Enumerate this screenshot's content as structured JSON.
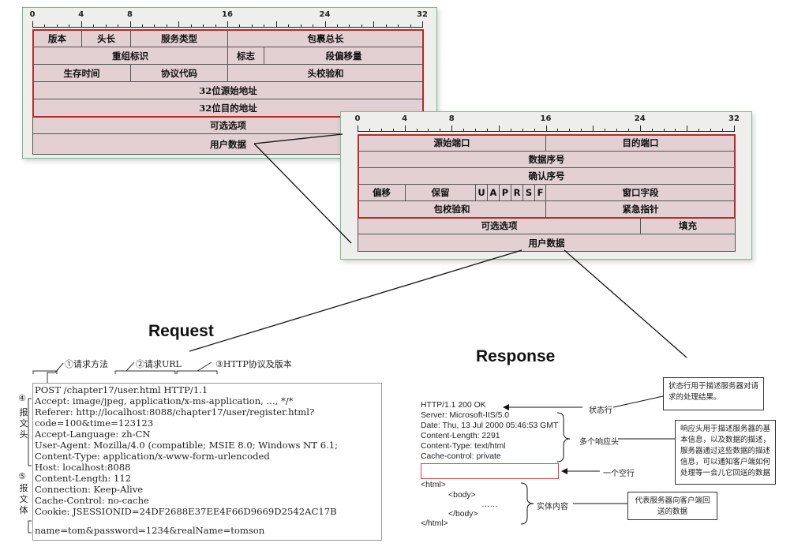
{
  "ip_header": {
    "ruler_labels": [
      "0",
      "4",
      "8",
      "16",
      "24",
      "32"
    ],
    "rows": [
      [
        "版本",
        "头长",
        "服务类型",
        "包裹总长"
      ],
      [
        "重组标识",
        "标志",
        "段偏移量"
      ],
      [
        "生存时间",
        "协议代码",
        "头校验和"
      ],
      [
        "32位源始地址"
      ],
      [
        "32位目的地址"
      ],
      [
        "可选选项"
      ],
      [
        "用户数据"
      ]
    ]
  },
  "tcp_header": {
    "ruler_labels": [
      "0",
      "4",
      "8",
      "16",
      "24",
      "32"
    ],
    "rows": [
      [
        "源始端口",
        "目的端口"
      ],
      [
        "数据序号"
      ],
      [
        "确认序号"
      ],
      [
        "偏移",
        "保留",
        "U",
        "A",
        "P",
        "R",
        "S",
        "F",
        "窗口字段"
      ],
      [
        "包校验和",
        "紧急指针"
      ],
      [
        "可选选项",
        "填充"
      ],
      [
        "用户数据"
      ]
    ]
  },
  "request": {
    "title": "Request",
    "annotations": [
      "①请求方法",
      "②请求URL",
      "③HTTP协议及版本"
    ],
    "side_labels": {
      "header_num": "④",
      "header_chars": [
        "报",
        "文",
        "头"
      ],
      "body_num": "⑤",
      "body_chars": [
        "报",
        "文",
        "体"
      ]
    },
    "lines": [
      "POST /chapter17/user.html HTTP/1.1",
      "Accept: image/jpeg, application/x-ms-application, ..., */*",
      "Referer: http://localhost:8088/chapter17/user/register.html?",
      "code=100&time=123123",
      "Accept-Language: zh-CN",
      "User-Agent: Mozilla/4.0 (compatible; MSIE 8.0; Windows NT 6.1;",
      "Content-Type: application/x-www-form-urlencoded",
      "Host: localhost:8088",
      "Content-Length: 112",
      "Connection: Keep-Alive",
      "Cache-Control: no-cache",
      "Cookie: JSESSIONID=24DF2688E37EE4F66D9669D2542AC17B",
      "",
      "name=tom&password=1234&realName=tomson"
    ]
  },
  "response": {
    "title": "Response",
    "status_line": "HTTP/1.1 200 OK",
    "headers": [
      "Server: Microsoft-IIS/5.0",
      "Date: Thu, 13 Jul 2000 05:46:53 GMT",
      "Content-Length: 2291",
      "Content-Type: text/html",
      "Cache-control: private"
    ],
    "body": [
      "<html>",
      "<body>",
      "……",
      "</body>",
      "</html>"
    ],
    "labels": {
      "status": "状态行",
      "headers": "多个响应头",
      "blank": "一个空行",
      "entity": "实体内容"
    },
    "notes": {
      "status": "状态行用于描述服务器对请求的处理结果。",
      "headers": "响应头用于描述服务器的基本信息，以及数据的描述，服务器通过这些数据的描述信息，可以通知客户端如何处理等一会儿它回送的数据",
      "entity": "代表服务器向客户端回送的数据"
    }
  }
}
